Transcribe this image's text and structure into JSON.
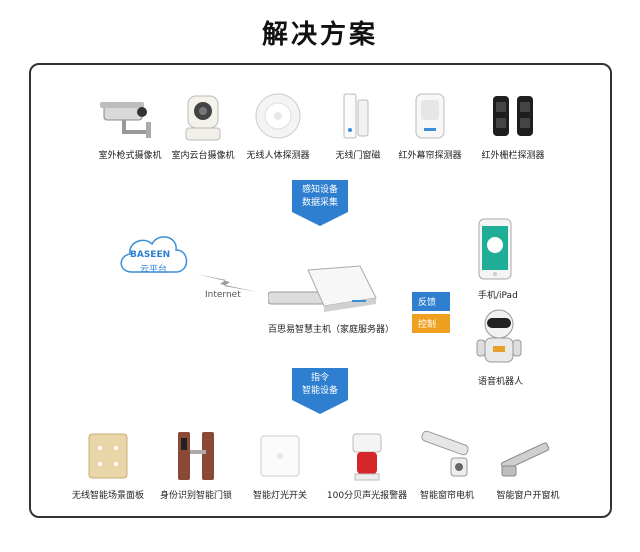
{
  "title": "解决方案",
  "sensors": [
    {
      "icon": "outdoor-camera-icon",
      "label": "室外枪式摄像机"
    },
    {
      "icon": "indoor-ptz-camera-icon",
      "label": "室内云台摄像机"
    },
    {
      "icon": "body-detector-icon",
      "label": "无线人体探测器"
    },
    {
      "icon": "door-magnet-icon",
      "label": "无线门窗磁"
    },
    {
      "icon": "curtain-detector-icon",
      "label": "红外幕帘探测器"
    },
    {
      "icon": "fence-detector-icon",
      "label": "红外栅栏探测器"
    }
  ],
  "arrow_top": {
    "line1": "感知设备",
    "line2": "数据采集"
  },
  "arrow_bottom": {
    "line1": "指令",
    "line2": "智能设备"
  },
  "cloud": {
    "brand": "BASEEN",
    "sub": "云平台"
  },
  "internet_label": "Internet",
  "hub_label": "百思易智慧主机（家庭服务器）",
  "feedback_label": "反馈",
  "control_label": "控制",
  "phone_label": "手机/iPad",
  "robot_label": "语音机器人",
  "actuators": [
    {
      "icon": "scene-panel-icon",
      "label": "无线智能场景面板"
    },
    {
      "icon": "smart-lock-icon",
      "label": "身份识别智能门锁"
    },
    {
      "icon": "light-switch-icon",
      "label": "智能灯光开关"
    },
    {
      "icon": "siren-icon",
      "label": "100分贝声光报警器"
    },
    {
      "icon": "curtain-motor-icon",
      "label": "智能窗帘电机"
    },
    {
      "icon": "window-opener-icon",
      "label": "智能窗户开窗机"
    }
  ],
  "colors": {
    "arrow": "#2f7fd0",
    "feedback": "#2f7fd0",
    "control": "#f0a020",
    "cloud": "#3a8fd8"
  }
}
